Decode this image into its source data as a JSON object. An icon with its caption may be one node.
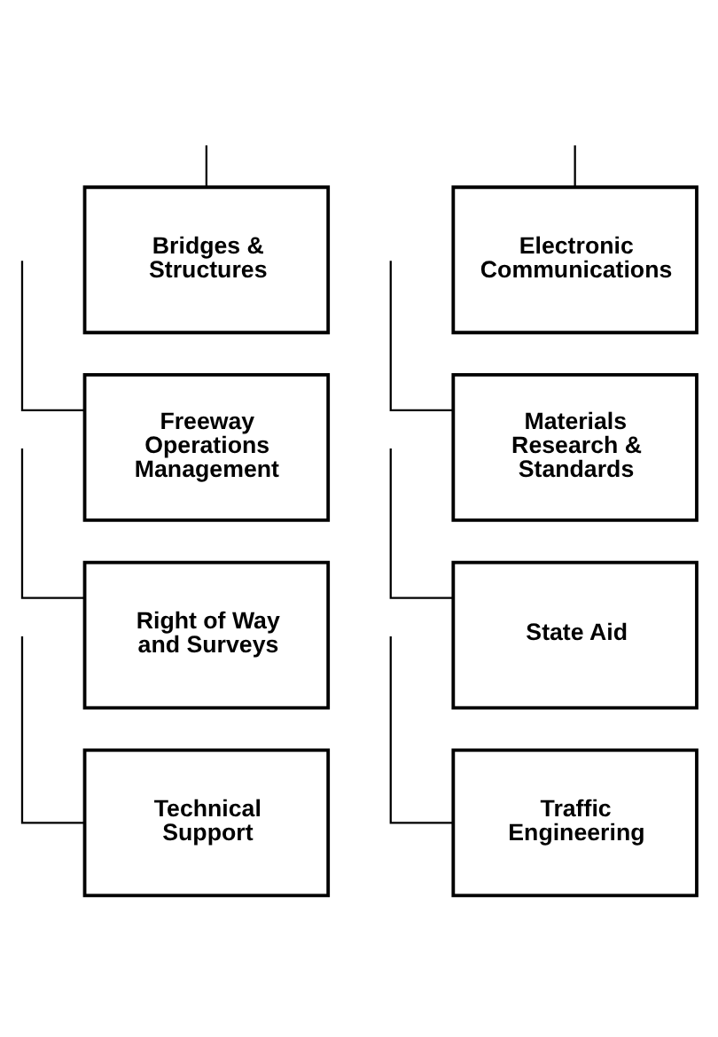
{
  "diagram": {
    "nodes": [
      {
        "text": [
          "Bridges & Structures"
        ]
      },
      {
        "text": [
          "Electronic Communications"
        ]
      },
      {
        "text": [
          "Freeway Operations Management"
        ]
      },
      {
        "text": [
          "Materials Research & Standards"
        ]
      },
      {
        "text": [
          "Right of Way and Surveys"
        ]
      },
      {
        "text": [
          "State Aid"
        ]
      },
      {
        "text": [
          "Technical Support"
        ]
      },
      {
        "text": [
          "Traffic Engineering"
        ]
      }
    ],
    "edges": [
      {
        "from": null,
        "to": 0,
        "arrow": "none"
      },
      {
        "from": null,
        "to": 1,
        "arrow": "none"
      },
      {
        "from": null,
        "to": 2,
        "arrow": "none"
      },
      {
        "from": null,
        "to": 3,
        "arrow": "none"
      },
      {
        "from": null,
        "to": 4,
        "arrow": "none"
      },
      {
        "from": null,
        "to": 5,
        "arrow": "none"
      },
      {
        "from": null,
        "to": 6,
        "arrow": "none"
      },
      {
        "from": null,
        "to": 7,
        "arrow": "none"
      }
    ]
  }
}
